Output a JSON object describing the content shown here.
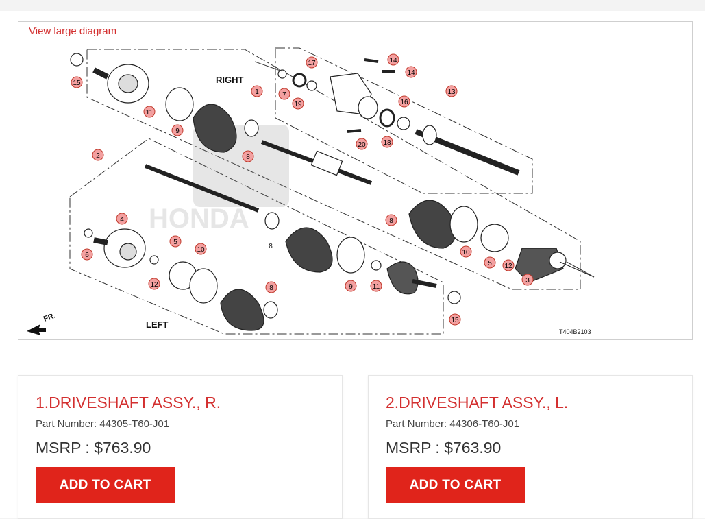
{
  "diagram": {
    "link_label": "View large diagram",
    "label_right": "RIGHT",
    "label_left": "LEFT",
    "label_fr": "FR.",
    "code": "T404B2103",
    "callouts": [
      "1",
      "2",
      "3",
      "4",
      "5",
      "5",
      "6",
      "7",
      "8",
      "8",
      "8",
      "8",
      "9",
      "9",
      "10",
      "10",
      "11",
      "11",
      "12",
      "12",
      "13",
      "14",
      "14",
      "15",
      "15",
      "16",
      "17",
      "18",
      "19",
      "20"
    ]
  },
  "parts": [
    {
      "title": "1.DRIVESHAFT ASSY., R.",
      "part_number": "Part Number: 44305-T60-J01",
      "price": "MSRP : $763.90",
      "button": "ADD TO CART"
    },
    {
      "title": "2.DRIVESHAFT ASSY., L.",
      "part_number": "Part Number: 44306-T60-J01",
      "price": "MSRP : $763.90",
      "button": "ADD TO CART"
    }
  ],
  "colors": {
    "accent": "#d32f2f",
    "button": "#e0241b",
    "callout_fill": "#f3a0a0",
    "callout_stroke": "#c0392b"
  }
}
